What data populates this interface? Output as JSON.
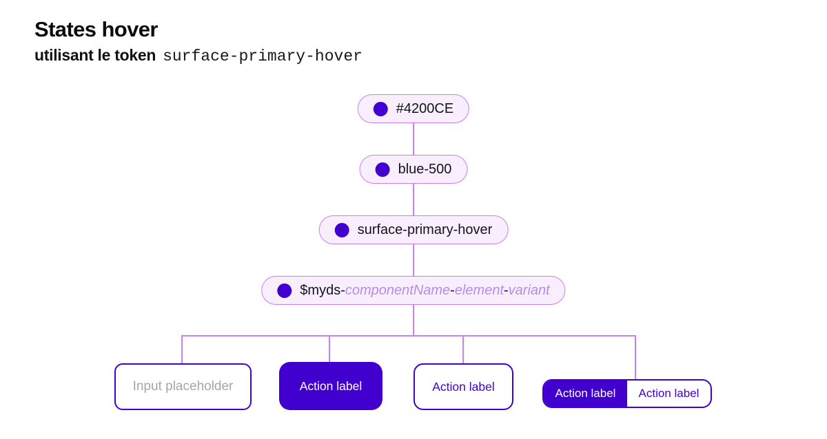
{
  "header": {
    "title": "States hover",
    "subtitle_bold": "utilisant le token",
    "subtitle_code": "surface-primary-hover"
  },
  "colors": {
    "accent": "#4200CE",
    "pill_bg": "#f8eefd",
    "pill_border": "#c77ff2",
    "connector": "#c77ff2",
    "placeholder_text": "#a5a5ad",
    "italic_purple": "#b68ce8",
    "pill_text": "#141418",
    "title_text": "#0c0c10"
  },
  "icons": {
    "token_dot": "color-swatch-dot"
  },
  "token_tree": [
    {
      "level": "raw-value",
      "label": "#4200CE"
    },
    {
      "level": "primitive",
      "label": "blue-500"
    },
    {
      "level": "semantic",
      "label": "surface-primary-hover"
    }
  ],
  "component_token_pill": {
    "parts": {
      "p1": "$myds-",
      "p2": "componentName",
      "p3": "-",
      "p4": "element",
      "p5": "-",
      "p6": "variant"
    }
  },
  "components": {
    "input": {
      "placeholder": "Input placeholder"
    },
    "primary_button": {
      "label": "Action label"
    },
    "secondary_button": {
      "label": "Action label"
    },
    "split_button": {
      "left_label": "Action label",
      "right_label": "Action label"
    }
  }
}
